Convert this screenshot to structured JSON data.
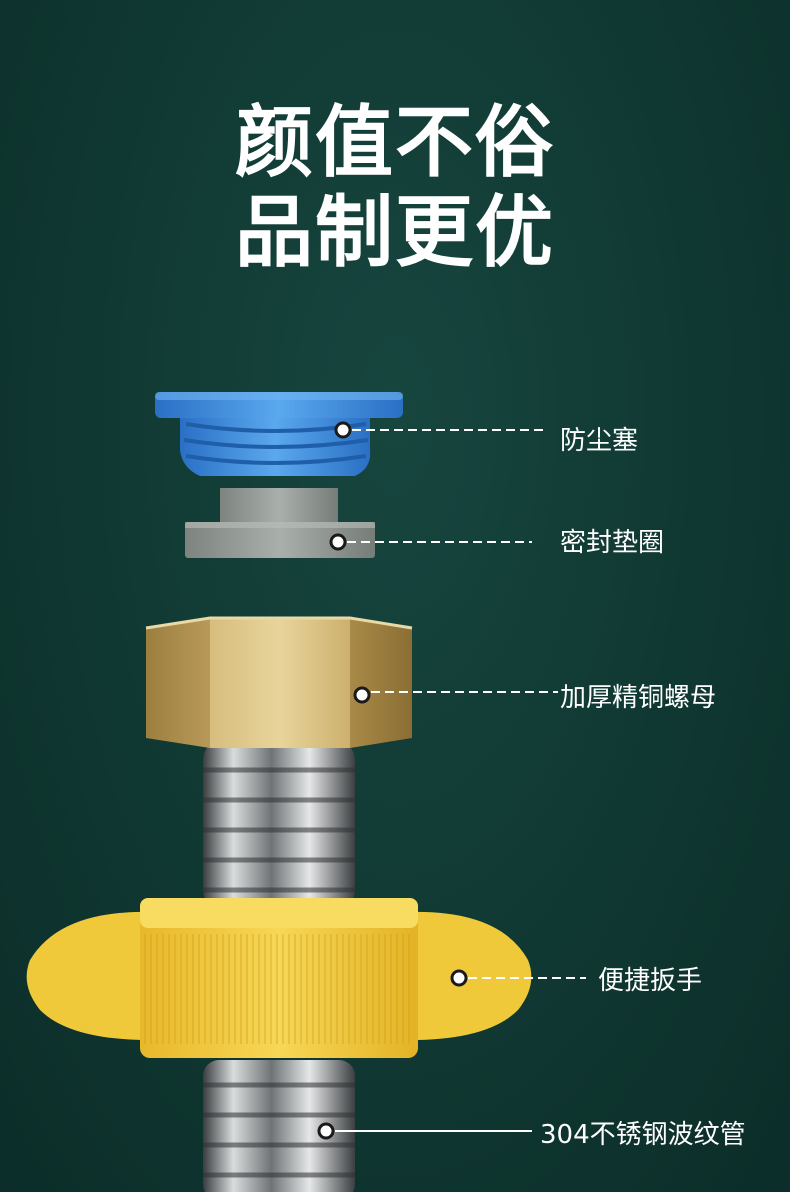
{
  "headline": {
    "line1": "颜值不俗",
    "line2": "品制更优"
  },
  "callouts": [
    {
      "label": "防尘塞"
    },
    {
      "label": "密封垫圈"
    },
    {
      "label": "加厚精铜螺母"
    },
    {
      "label": "便捷扳手"
    },
    {
      "label": "304不锈钢波纹管"
    }
  ],
  "colors": {
    "background": "#113a34",
    "dust_plug": "#3d8fe0",
    "gasket": "#8e9590",
    "brass_nut": "#c7a864",
    "wrench": "#f0c93a",
    "steel_hose": "#b9bcbd"
  }
}
